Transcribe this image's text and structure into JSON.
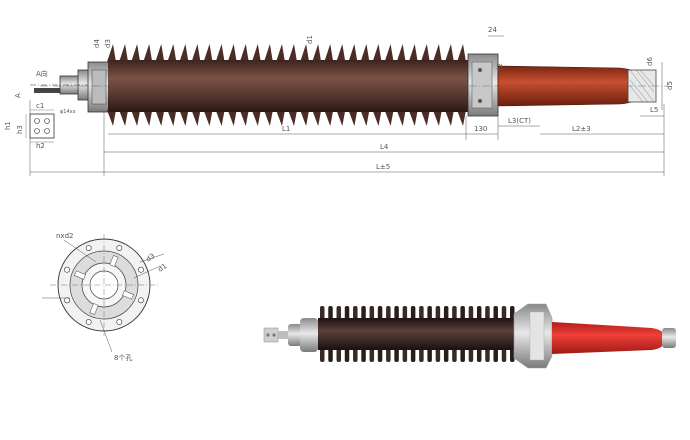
{
  "drawing": {
    "labels": {
      "d1": "d1",
      "d2": "d2",
      "d3": "d3",
      "d4": "d4",
      "d5": "d5",
      "d6": "d6",
      "a_view": "A向",
      "a": "A",
      "h1": "h1",
      "h2": "h2",
      "h3": "h3",
      "c1": "c1",
      "hole": "φ14xx",
      "dim_24": "24",
      "L1": "L1",
      "dim_130": "130",
      "L3": "L3(CT)",
      "L2": "L2±3",
      "L4": "L4",
      "L5_total": "L±5",
      "L5": "L5",
      "n_d2": "nxd2",
      "d3_flange": "d3",
      "d1_flange": "d1",
      "holes": "8个孔"
    }
  },
  "colors": {
    "porcelain": "#5a3a30",
    "porcelain_dark": "#3a221c",
    "terminal": "#b03a22",
    "photo_red": "#d8302c",
    "metal": "#d0d0d0"
  }
}
